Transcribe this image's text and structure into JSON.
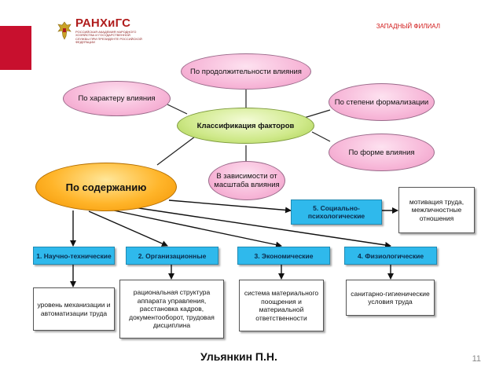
{
  "header": {
    "logo_name": "РАНХиГС",
    "logo_subtitle": "РОССИЙСКАЯ АКАДЕМИЯ НАРОДНОГО ХОЗЯЙСТВА И ГОСУДАРСТВЕННОЙ СЛУЖБЫ ПРИ ПРЕЗИДЕНТЕ РОССИЙСКОЙ ФЕДЕРАЦИИ",
    "branch": "ЗАПАДНЫЙ ФИЛИАЛ",
    "accent_color": "#c8102e"
  },
  "diagram": {
    "center": "Классификация факторов",
    "duration": "По продолжительности влияния",
    "character": "По характеру влияния",
    "formalization": "По степени формализации",
    "form": "По форме влияния",
    "scale": "В зависимости от масштаба влияния",
    "content": "По содержанию",
    "categories": [
      "1. Научно-технические",
      "2. Организационные",
      "3. Экономические",
      "4. Физиологические",
      "5. Социально-психологические"
    ],
    "details": [
      "уровень механизации и автоматизации труда",
      "рациональная структура аппарата управления, расстановка кадров, документооборот, трудовая дисциплина",
      "система материального поощрения и материальной ответственности",
      "санитарно-гигиенические условия труда",
      "мотивация труда, межличностные отношения"
    ]
  },
  "footer": {
    "author": "Ульянкин П.Н.",
    "page": "11"
  }
}
